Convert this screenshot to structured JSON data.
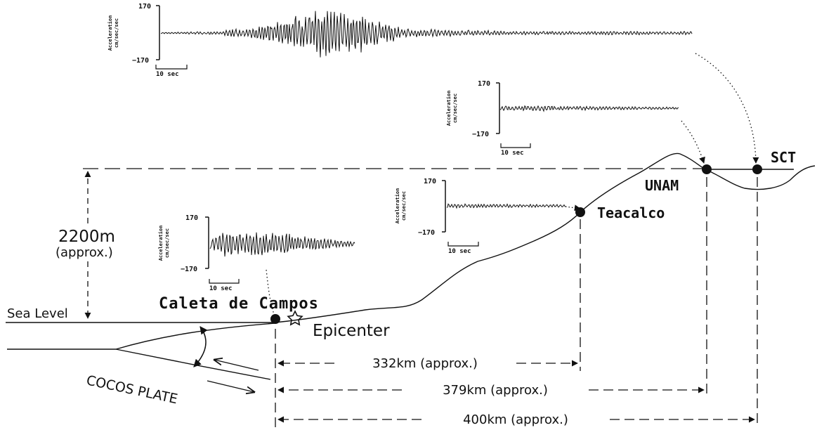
{
  "diagram": {
    "sea_level": "Sea Level",
    "height": {
      "value": "2200m",
      "approx": "(approx.)"
    },
    "plate": "COCOS PLATE",
    "epicenter": "Epicenter",
    "sites": {
      "caleta": "Caleta de Campos",
      "teacalco": "Teacalco",
      "unam": "UNAM",
      "sct": "SCT"
    },
    "distances": {
      "teacalco": "332km (approx.)",
      "unam": "379km (approx.)",
      "sct": "400km (approx.)"
    },
    "records": {
      "sct": {
        "ylabel_1": "Acceleration",
        "ylabel_2": "cm/sec/sec",
        "ymax": "170",
        "ymin": "−170",
        "scale": "10 sec"
      },
      "unam": {
        "ylabel_1": "Acceleration",
        "ylabel_2": "cm/sec/sec",
        "ymax": "170",
        "ymin": "−170",
        "scale": "10 sec"
      },
      "teacalco": {
        "ylabel_1": "Acceleration",
        "ylabel_2": "cm/sec/sec",
        "ymax": "170",
        "ymin": "−170",
        "scale": "10 sec"
      },
      "caleta": {
        "ylabel_1": "Acceleration",
        "ylabel_2": "cm/sec/sec",
        "ymax": "170",
        "ymin": "−170",
        "scale": "10 sec"
      }
    }
  }
}
